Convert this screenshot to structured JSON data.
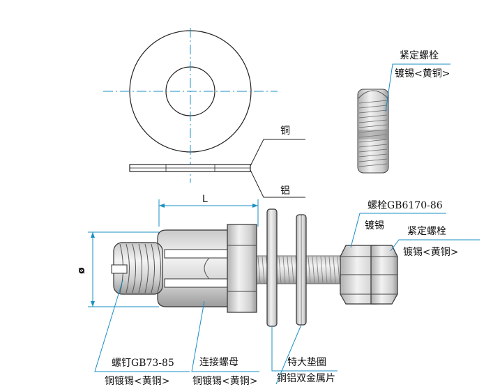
{
  "labels": {
    "top_set_screw": "紧定螺栓",
    "top_set_screw_plating": "镀锡<黄铜>",
    "copper": "铜",
    "aluminum": "铝",
    "dimension_l": "L",
    "diameter": "ø",
    "bolt_standard": "螺栓GB6170-86",
    "bolt_plating": "镀锡",
    "right_set_screw": "紧定螺栓",
    "right_set_screw_plating": "镀锡<黄铜>",
    "screw_standard": "螺钉GB73-85",
    "screw_plating": "铜镀锡<黄铜>",
    "connecting_nut": "连接螺母",
    "connecting_nut_plating": "铜镀锡<黄铜>",
    "large_washer": "特大垫圈",
    "bimetal_sheet": "铜铝双金属片"
  },
  "colors": {
    "line": "#222222",
    "leader": "#1a8fc4",
    "center": "#1a8fc4"
  }
}
